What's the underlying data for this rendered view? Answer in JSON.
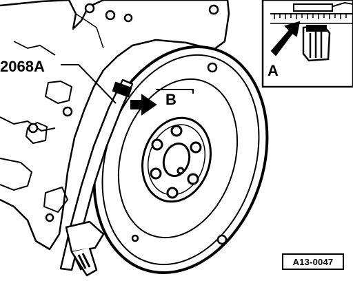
{
  "labels": {
    "tool": "2068A",
    "callout_b": "B",
    "callout_a": "A",
    "figure_ref": "A13-0047"
  },
  "colors": {
    "ink": "#000000",
    "paper": "#ffffff"
  },
  "icons": {
    "arrow_b": "arrow-right-icon",
    "arrow_a": "arrow-up-right-icon"
  }
}
